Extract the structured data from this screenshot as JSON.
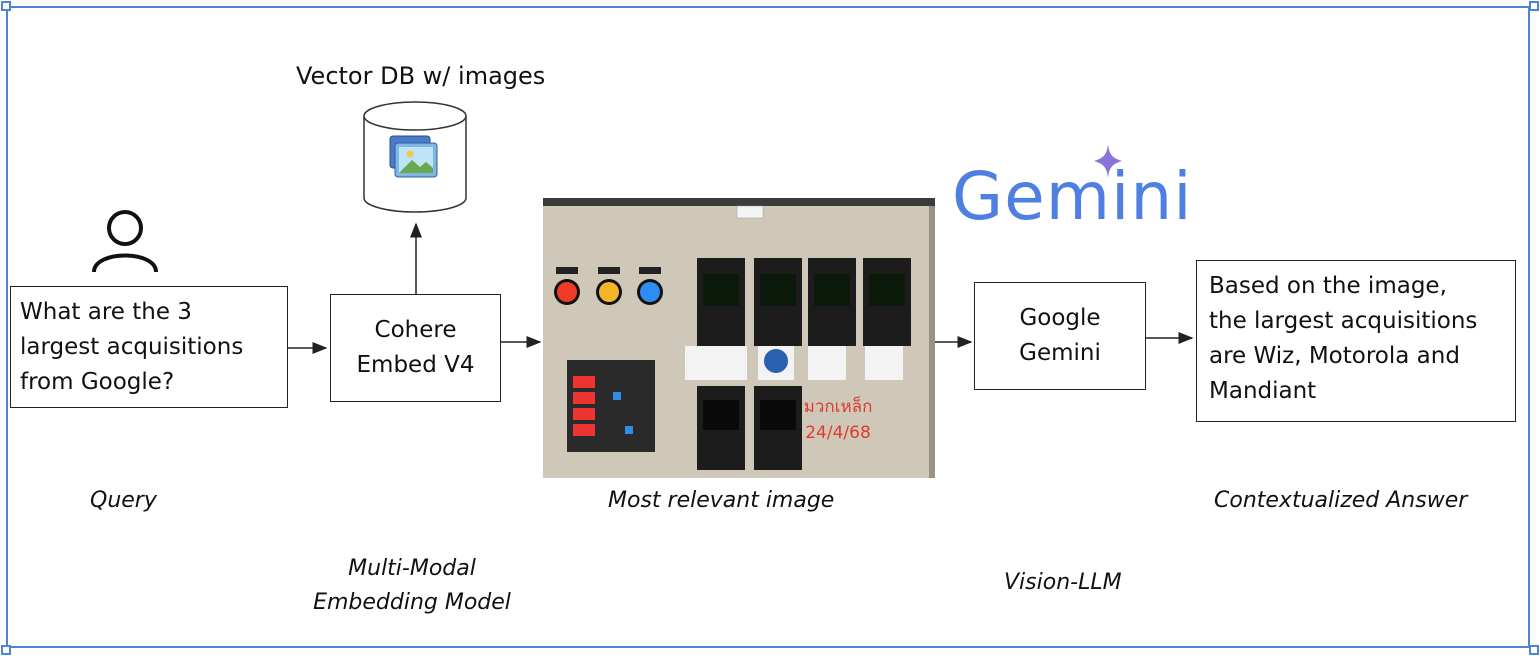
{
  "db": {
    "title": "Vector DB w/ images",
    "icon": "image-gallery-icon"
  },
  "user": {
    "icon": "user-icon"
  },
  "query_box": {
    "lines": [
      "What are the 3",
      "largest acquisitions",
      "from Google?"
    ]
  },
  "embed_box": {
    "lines": [
      "Cohere",
      "Embed V4"
    ]
  },
  "image": {
    "icon": "control-panel-photo",
    "overlay_lines": [
      "มวกเหล็ก",
      "24/4/68"
    ]
  },
  "gemini": {
    "logo": "Gemini",
    "sparkle_icon": "sparkle-icon"
  },
  "llm_box": {
    "lines": [
      "Google",
      "Gemini"
    ]
  },
  "answer_box": {
    "lines": [
      "Based on the image,",
      "the largest acquisitions",
      "are Wiz, Motorola and",
      "Mandiant"
    ]
  },
  "captions": {
    "query": "Query",
    "image": "Most relevant image",
    "answer": "Contextualized Answer",
    "embed": [
      "Multi-Modal",
      "Embedding Model"
    ],
    "llm": "Vision-LLM"
  },
  "colors": {
    "frame": "#4a86d8",
    "gemini_blue": "#4f7fe0",
    "gemini_violet": "#9b6fd6",
    "gemini_pink": "#d86f8f"
  }
}
